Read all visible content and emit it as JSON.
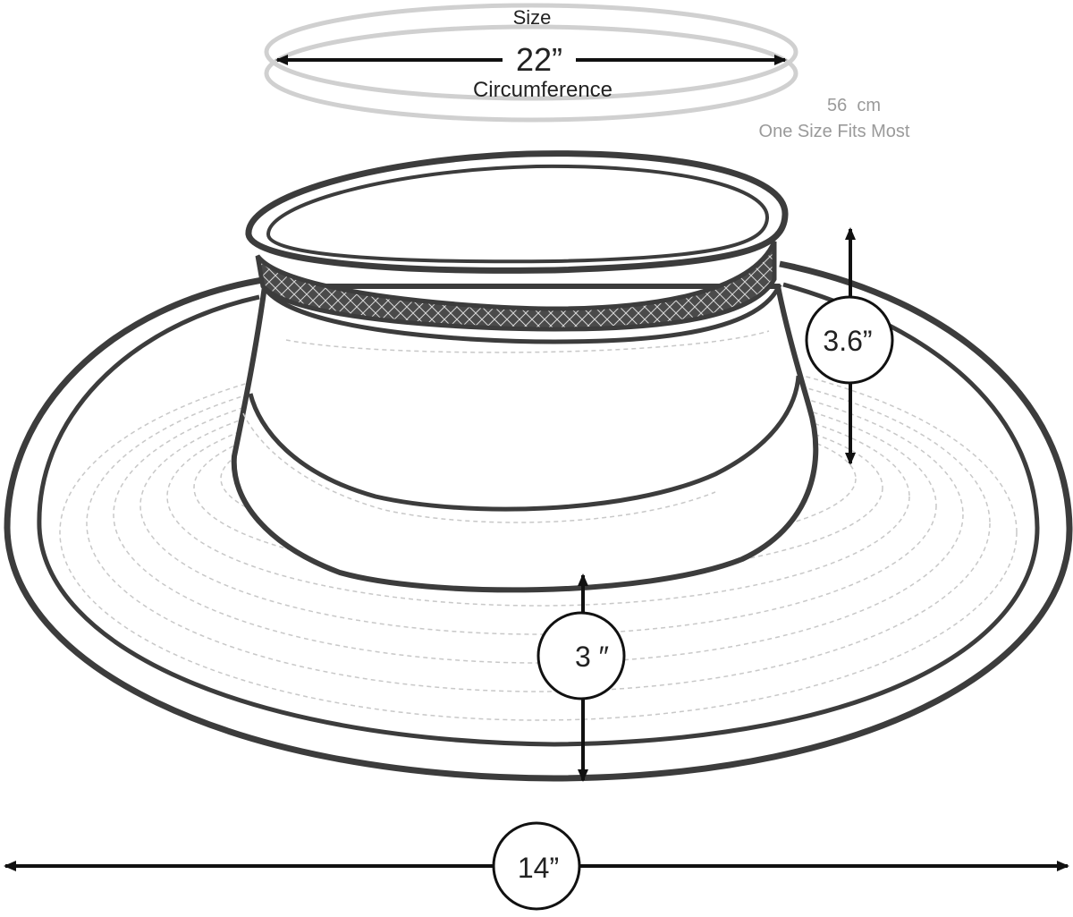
{
  "size_ring": {
    "title": "Size",
    "value": "22”",
    "caption": "Circumference"
  },
  "metric_note": {
    "cm": "56  cm",
    "fit": "One Size Fits Most"
  },
  "dimensions": {
    "crown_height": "3.6”",
    "brim_width": "3 ″",
    "total_width": "14”"
  },
  "colors": {
    "outline": "#3c3c3c",
    "ring": "#d0d0d0",
    "stitch": "#c8c8c8",
    "band": "#4a4a4a",
    "text_grey": "#9a9a9a"
  }
}
